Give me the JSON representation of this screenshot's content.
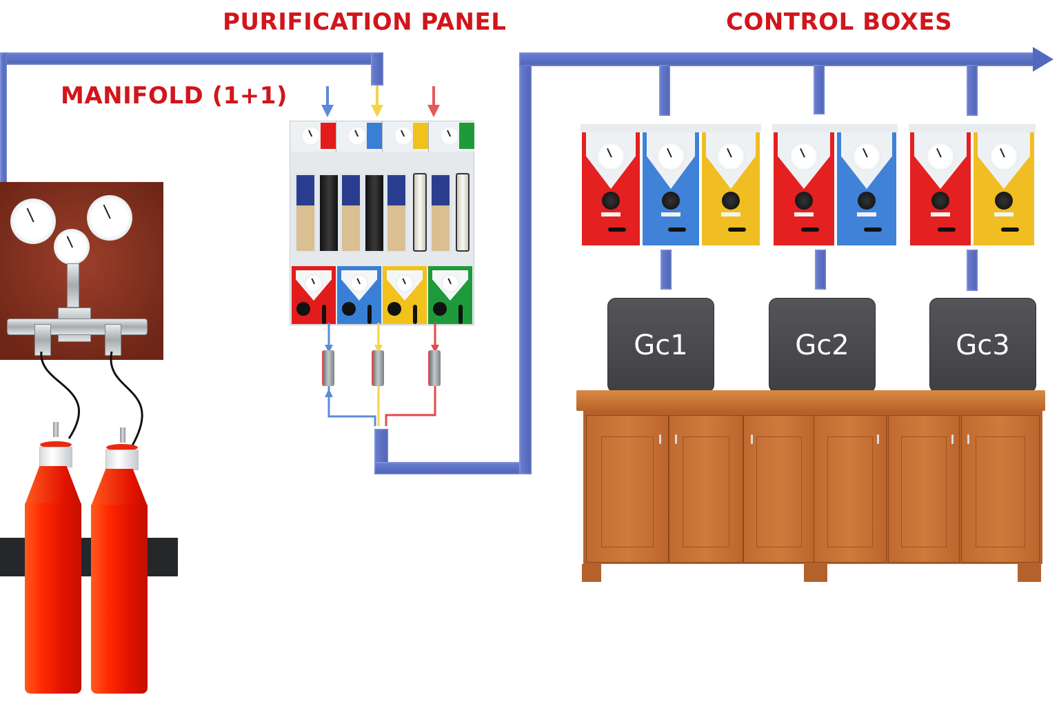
{
  "diagram": {
    "title_labels": {
      "purification_panel": "PURIFICATION PANEL",
      "control_boxes": "CONTROL BOXES",
      "manifold": "MANIFOLD (1+1)"
    },
    "colors": {
      "label_red": "#d0161c",
      "pipe_blue": "#5a6fc4",
      "line_blue": "#5b8bd8",
      "line_yellow": "#f3d54a",
      "line_red": "#e44a4a",
      "cylinder_red": "#ff2a00",
      "gc_gray": "#4a4b4f",
      "cabinet_wood": "#c06a30"
    },
    "manifold": {
      "gauge_count": 3,
      "cylinders": [
        {
          "name": "cylinder-1"
        },
        {
          "name": "cylinder-2"
        }
      ]
    },
    "purification_panel": {
      "inlets": [
        "blue",
        "yellow",
        "red"
      ],
      "modules": [
        {
          "color": "#e21c1c"
        },
        {
          "color": "#3a7fd6"
        },
        {
          "color": "#f1c21b"
        },
        {
          "color": "#1f9a3a"
        }
      ],
      "outlet_filters": [
        "blue",
        "yellow",
        "red"
      ]
    },
    "control_boxes": {
      "groups": [
        {
          "boxes": [
            {
              "color": "#e42020"
            },
            {
              "color": "#3f82d8"
            },
            {
              "color": "#f0be22"
            }
          ]
        },
        {
          "boxes": [
            {
              "color": "#e42020"
            },
            {
              "color": "#3f82d8"
            }
          ]
        },
        {
          "boxes": [
            {
              "color": "#e42020"
            },
            {
              "color": "#f0be22"
            }
          ]
        }
      ]
    },
    "gc_units": [
      {
        "label": "Gc1"
      },
      {
        "label": "Gc2"
      },
      {
        "label": "Gc3"
      }
    ],
    "cabinet": {
      "door_count": 6
    }
  }
}
